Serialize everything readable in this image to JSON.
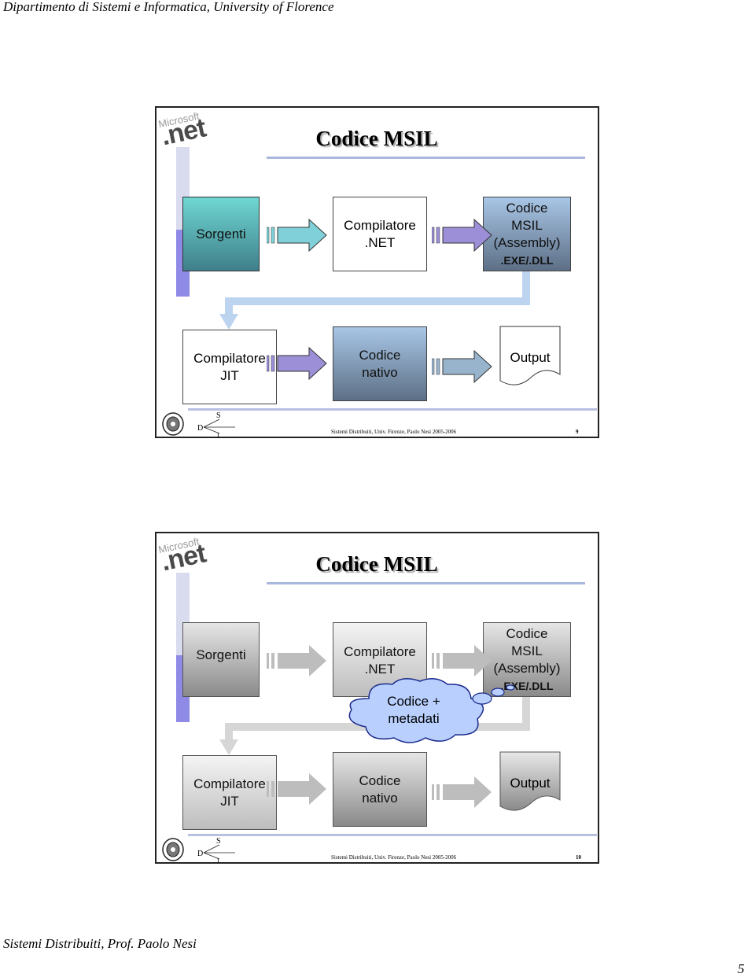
{
  "header": {
    "text": "Dipartimento di Sistemi e Informatica, University of Florence"
  },
  "footer": {
    "text": "Sistemi Distribuiti, Prof. Paolo Nesi",
    "page_number": "5"
  },
  "slides": [
    {
      "title": "Codice MSIL",
      "logo": {
        "microsoft": "Microsoft",
        "net": ".net"
      },
      "boxes": {
        "sorgenti": "Sorgenti",
        "compilatore_net": "Compilatore\n.NET",
        "codice_msil": "Codice\nMSIL\n(Assembly)",
        "exe_dll": ".EXE/.DLL",
        "compilatore_jit": "Compilatore\nJIT",
        "codice_nativo": "Codice\nnativo",
        "output": "Output"
      },
      "footer_text": "Sistemi Distribuiti, Univ. Firenze, Paolo Nesi 2005-2006",
      "page_number": "9"
    },
    {
      "title": "Codice MSIL",
      "logo": {
        "microsoft": "Microsoft",
        "net": ".net"
      },
      "boxes": {
        "sorgenti": "Sorgenti",
        "compilatore_net": "Compilatore\n.NET",
        "codice_msil": "Codice\nMSIL\n(Assembly)",
        "exe_dll": ".EXE/.DLL",
        "compilatore_jit": "Compilatore\nJIT",
        "codice_nativo": "Codice\nnativo",
        "output": "Output"
      },
      "callout": "Codice +\nmetadati",
      "footer_text": "Sistemi Distribuiti, Univ. Firenze, Paolo Nesi 2005-2006",
      "page_number": "10"
    }
  ],
  "colors": {
    "teal": "#4fa6a8",
    "blue": "#7f98b8",
    "arrow_purple": "#9c8fd8",
    "arrow_teal": "#7fd0d8",
    "connector": "#bcd4f0"
  }
}
